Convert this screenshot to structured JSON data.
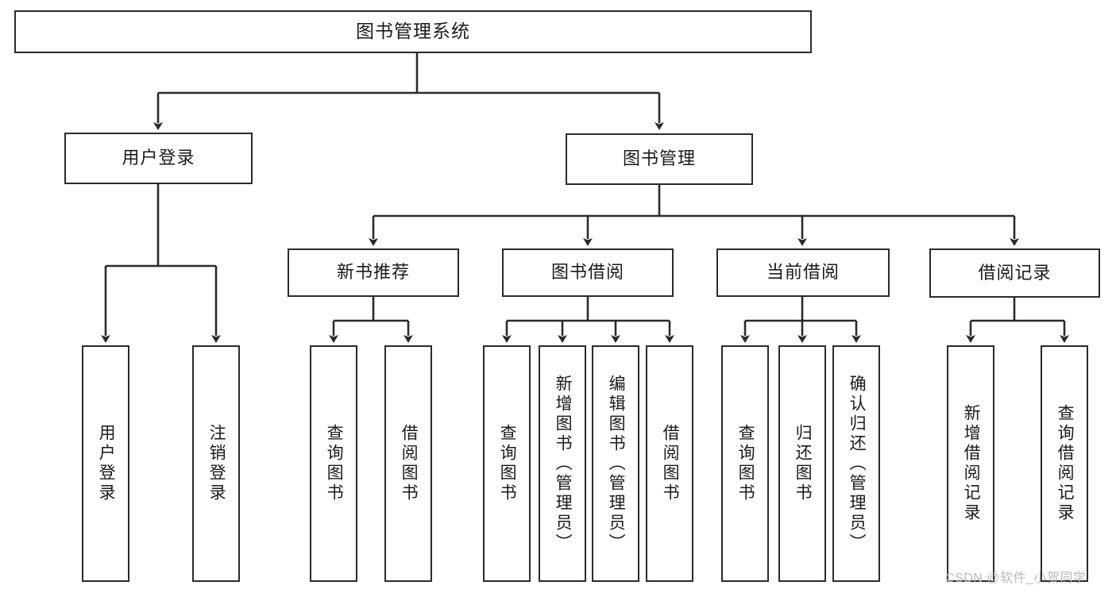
{
  "diagram": {
    "title": "图书管理系统",
    "watermark": "CSDN @软件_小贺同学",
    "style": {
      "border_color": "#2b2b2b",
      "background": "#ffffff",
      "text_color": "#1a1a1a",
      "watermark_color": "#b9b9b9"
    },
    "root": {
      "label": "图书管理系统"
    },
    "level2": [
      {
        "label": "用户登录"
      },
      {
        "label": "图书管理"
      }
    ],
    "level3": [
      {
        "label": "新书推荐"
      },
      {
        "label": "图书借阅"
      },
      {
        "label": "当前借阅"
      },
      {
        "label": "借阅记录"
      }
    ],
    "leaves": {
      "user_login": [
        {
          "label": "用户登录"
        },
        {
          "label": "注销登录"
        }
      ],
      "new_book_recommend": [
        {
          "label": "查询图书"
        },
        {
          "label": "借阅图书"
        }
      ],
      "book_borrow": [
        {
          "label": "查询图书"
        },
        {
          "label": "新增图书（管理员）"
        },
        {
          "label": "编辑图书（管理员）"
        },
        {
          "label": "借阅图书"
        }
      ],
      "current_borrow": [
        {
          "label": "查询图书"
        },
        {
          "label": "归还图书"
        },
        {
          "label": "确认归还（管理员）"
        }
      ],
      "borrow_record": [
        {
          "label": "新增借阅记录"
        },
        {
          "label": "查询借阅记录"
        }
      ]
    }
  }
}
